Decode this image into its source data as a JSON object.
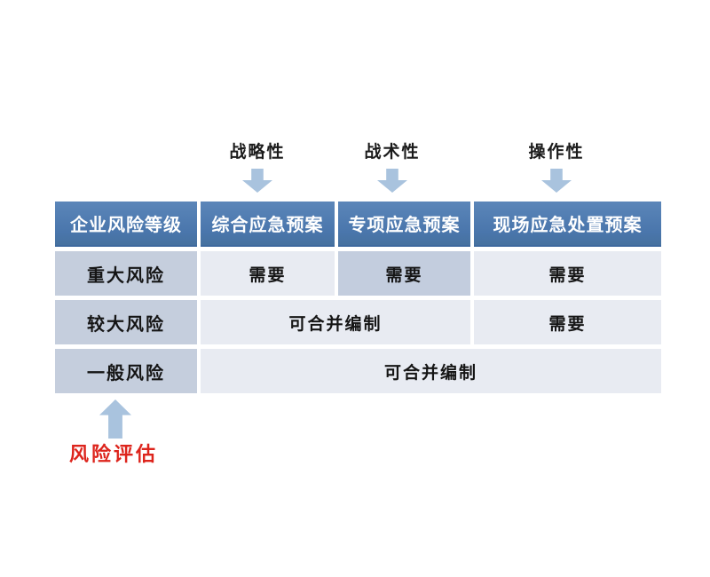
{
  "top_labels": {
    "strategic": "战略性",
    "tactical": "战术性",
    "operational": "操作性"
  },
  "table": {
    "header": [
      "企业风险等级",
      "综合应急预案",
      "专项应急预案",
      "现场应急处置预案"
    ],
    "rows": [
      {
        "level": "重大风险",
        "cells": [
          {
            "text": "需要"
          },
          {
            "text": "需要",
            "highlight": true
          },
          {
            "text": "需要"
          }
        ]
      },
      {
        "level": "较大风险",
        "cells": [
          {
            "text": "可合并编制",
            "span": 2
          },
          {
            "text": "需要"
          }
        ]
      },
      {
        "level": "一般风险",
        "cells": [
          {
            "text": "可合并编制",
            "span": 3
          }
        ]
      }
    ]
  },
  "annotation": {
    "label": "风险评估"
  },
  "colors": {
    "header_bg": "#4a76ac",
    "level_cell_bg": "#c5cedd",
    "body_cell_bg": "#e8ebf2",
    "highlight_cell_bg": "#c3cdde",
    "arrow": "#a9c3de",
    "annotation_red": "#dd241c",
    "header_text": "#ffffff",
    "body_text": "#151515"
  }
}
